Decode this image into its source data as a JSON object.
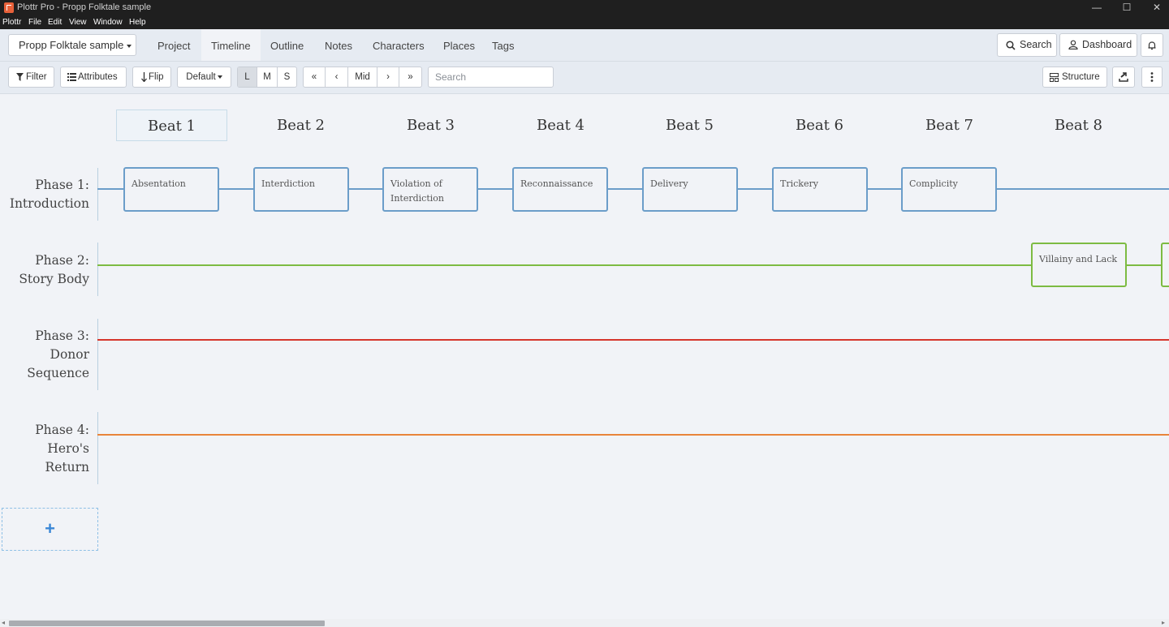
{
  "window": {
    "title": "Plottr Pro - Propp Folktale sample",
    "minimize": "—",
    "maximize": "☐",
    "close": "✕"
  },
  "menu": [
    "Plottr",
    "File",
    "Edit",
    "View",
    "Window",
    "Help"
  ],
  "nav": {
    "project_select": "Propp Folktale sample",
    "tabs": [
      "Project",
      "Timeline",
      "Outline",
      "Notes",
      "Characters",
      "Places",
      "Tags"
    ],
    "active_tab": "Timeline",
    "search_label": "Search",
    "dashboard_label": "Dashboard"
  },
  "toolbar": {
    "filter": "Filter",
    "attributes": "Attributes",
    "flip": "Flip",
    "default": "Default",
    "sizes": [
      "L",
      "M",
      "S"
    ],
    "active_size": "L",
    "scroll": [
      "«",
      "‹",
      "Mid",
      "›",
      "»"
    ],
    "search_placeholder": "Search",
    "structure": "Structure"
  },
  "beats": [
    "Beat 1",
    "Beat 2",
    "Beat 3",
    "Beat 4",
    "Beat 5",
    "Beat 6",
    "Beat 7",
    "Beat 8"
  ],
  "lines": [
    {
      "title": "Phase 1: Introduction",
      "title_lines": [
        "Phase 1:",
        "Introduction"
      ],
      "color": "#6b9dc9",
      "cards": [
        {
          "beat": 1,
          "title_lines": [
            "Absentation"
          ]
        },
        {
          "beat": 2,
          "title_lines": [
            "Interdiction"
          ]
        },
        {
          "beat": 3,
          "title_lines": [
            "Violation of",
            "Interdiction"
          ]
        },
        {
          "beat": 4,
          "title_lines": [
            "Reconnaissance"
          ]
        },
        {
          "beat": 5,
          "title_lines": [
            "Delivery"
          ]
        },
        {
          "beat": 6,
          "title_lines": [
            "Trickery"
          ]
        },
        {
          "beat": 7,
          "title_lines": [
            "Complicity"
          ]
        }
      ]
    },
    {
      "title": "Phase 2: Story Body",
      "title_lines": [
        "Phase 2:",
        "Story Body"
      ],
      "color": "#7dbb42",
      "cards": [
        {
          "beat": 8,
          "title_lines": [
            "Villainy and Lack"
          ]
        }
      ]
    },
    {
      "title": "Phase 3: Donor Sequence",
      "title_lines": [
        "Phase 3:",
        "Donor",
        "Sequence"
      ],
      "color": "#d6362c",
      "cards": []
    },
    {
      "title": "Phase 4: Hero's Return",
      "title_lines": [
        "Phase 4:",
        "Hero's",
        "Return"
      ],
      "color": "#e8843a",
      "cards": []
    }
  ],
  "add_line_label": "+"
}
